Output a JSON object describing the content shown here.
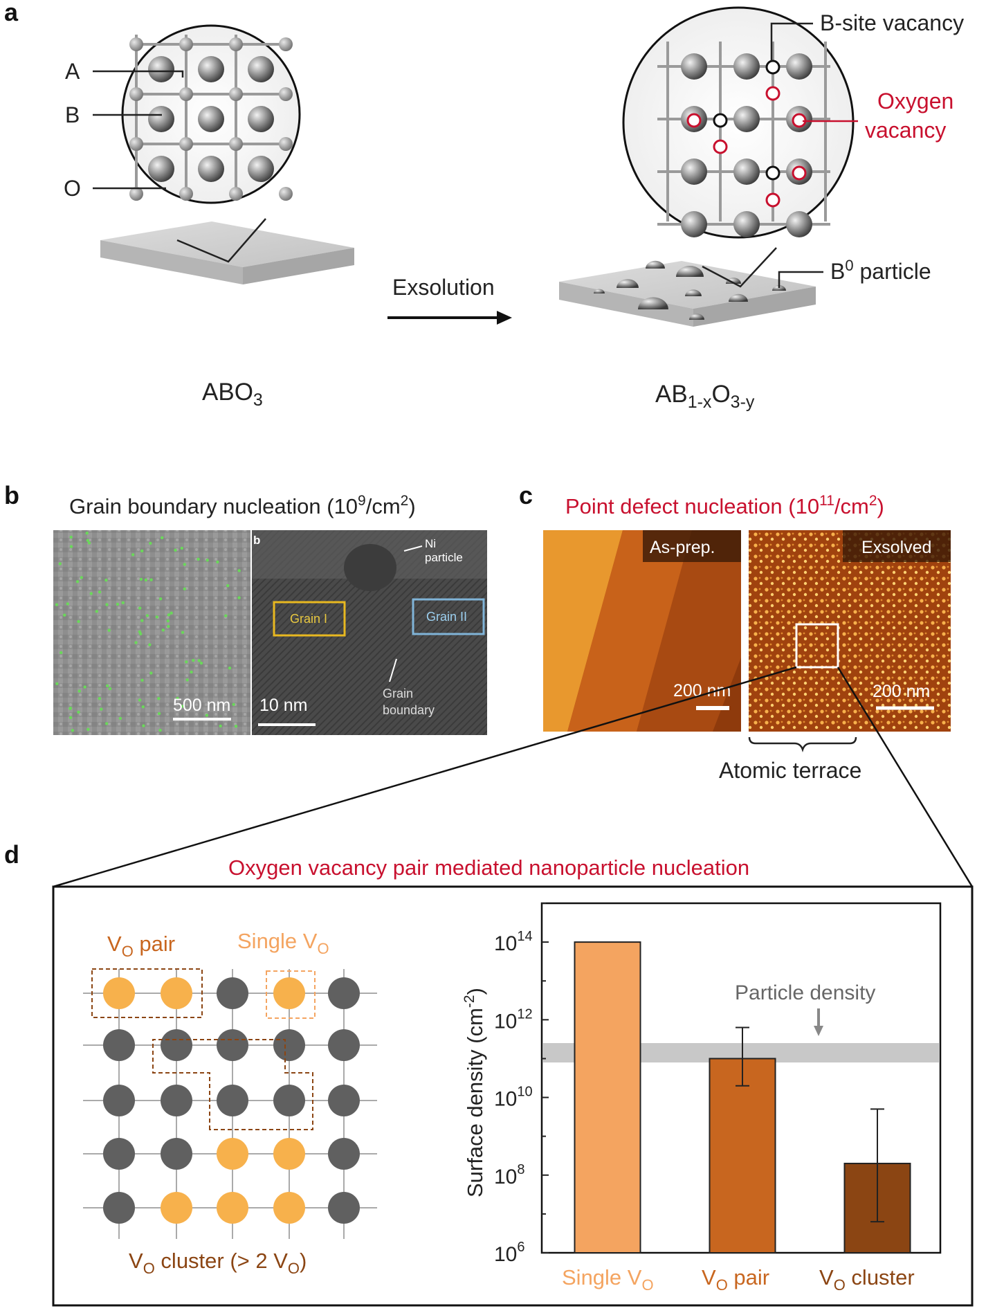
{
  "panel_a": {
    "letter": "a",
    "labels": {
      "A": "A",
      "B": "B",
      "O": "O"
    },
    "left_formula": {
      "base": "ABO",
      "sub": "3"
    },
    "right_formula": {
      "p1": "AB",
      "s1": "1-x",
      "p2": "O",
      "s2": "3-y"
    },
    "arrow_label": "Exsolution",
    "b_site_vacancy": "B-site vacancy",
    "oxygen_vacancy_line1": "Oxygen",
    "oxygen_vacancy_line2": "vacancy",
    "particle_label": {
      "base": "B",
      "sup": "0",
      "rest": " particle"
    }
  },
  "panel_b": {
    "letter": "b",
    "title_pre": "Grain boundary nucleation (10",
    "title_sup": "9",
    "title_mid": "/cm",
    "title_sup2": "2",
    "title_post": ")",
    "left_scale": "500 nm",
    "right_scale": "10 nm",
    "sub_letter": "b",
    "ni_particle_1": "Ni",
    "ni_particle_2": "particle",
    "grain1": "Grain I",
    "grain2": "Grain II",
    "grain_boundary_1": "Grain",
    "grain_boundary_2": "boundary"
  },
  "panel_c": {
    "letter": "c",
    "title_pre": "Point defect nucleation (10",
    "title_sup": "11",
    "title_mid": "/cm",
    "title_sup2": "2",
    "title_post": ")",
    "as_prep": "As-prep.",
    "exsolved": "Exsolved",
    "scale_left": "200 nm",
    "scale_right": "200 nm",
    "terrace": "Atomic terrace"
  },
  "panel_d": {
    "letter": "d",
    "title": "Oxygen vacancy pair mediated nanoparticle nucleation",
    "vo_pair": {
      "base": "V",
      "sub": "O",
      "rest": " pair"
    },
    "single_vo": {
      "pre": "Single V",
      "sub": "O"
    },
    "vo_cluster": {
      "base": "V",
      "sub": "O",
      "mid": " cluster (> 2 V",
      "sub2": "O",
      "post": ")"
    },
    "particle_density": "Particle density"
  },
  "colors": {
    "single_vo": "#f4a460",
    "vo_pair": "#c8661f",
    "vo_cluster": "#8b4513",
    "atom": "#606060",
    "vacancy_orange": "#f7b14c",
    "highlight_red": "#c8102e",
    "band_gray": "#c8c8c8"
  },
  "chart_data": {
    "type": "bar",
    "categories": [
      "Single VO",
      "VO pair",
      "VO cluster"
    ],
    "category_labels": [
      {
        "pre": "Single V",
        "sub": "O",
        "post": ""
      },
      {
        "pre": "V",
        "sub": "O",
        "post": " pair"
      },
      {
        "pre": "V",
        "sub": "O",
        "post": " cluster"
      }
    ],
    "log_values": [
      14,
      11,
      8.3
    ],
    "err_low": [
      14,
      10.3,
      6.8
    ],
    "err_high": [
      14,
      11.8,
      9.7
    ],
    "band": [
      10.9,
      11.4
    ],
    "ylim_log": [
      6,
      15
    ],
    "yticks": [
      {
        "base": "10",
        "exp": "6",
        "log": 6
      },
      {
        "base": "10",
        "exp": "8",
        "log": 8
      },
      {
        "base": "10",
        "exp": "10",
        "log": 10
      },
      {
        "base": "10",
        "exp": "12",
        "log": 12
      },
      {
        "base": "10",
        "exp": "14",
        "log": 14
      }
    ],
    "ylabel": {
      "pre": "Surface density (cm",
      "sup": "-2",
      "post": ")"
    },
    "yscale": "log",
    "colors": [
      "#f4a460",
      "#c8661f",
      "#8b4513"
    ]
  }
}
